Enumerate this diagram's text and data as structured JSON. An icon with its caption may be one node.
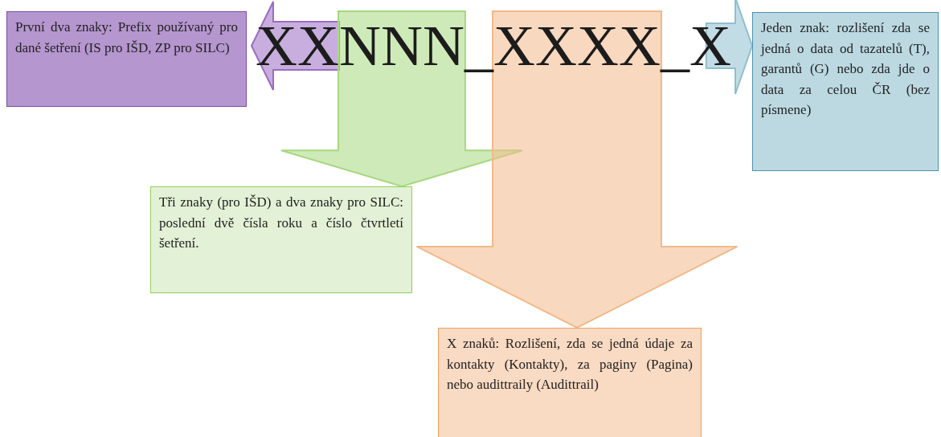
{
  "diagram": {
    "nodes": [
      {
        "text": [
          "XX"
        ]
      },
      {
        "text": [
          "NNN"
        ]
      },
      {
        "text": [
          "XXXX"
        ]
      },
      {
        "text": [
          "X"
        ]
      },
      {
        "text": [
          "První dva znaky: Prefix používaný pro dané šetření (IS pro IŠD, ZP pro SILC)"
        ]
      },
      {
        "text": [
          "Jeden znak: rozlišení zda se jedná o data od tazatelů (T), garantů (G) nebo zda jde o data za celou ČR (bez písmene)"
        ]
      },
      {
        "text": [
          "Tři znaky (pro IŠD) a dva znaky pro SILC: poslední dvě čísla roku a číslo čtvrtletí šetření."
        ]
      },
      {
        "text": [
          "X znaků: Rozlišení, zda se jedná údaje za kontakty (Kontakty), za paginy (Pagina) nebo audittraily (Audittrail)"
        ]
      }
    ],
    "edges": [
      {
        "from": 0,
        "to": 4,
        "arrow": "to",
        "style": "thick",
        "color": "#9b6cc2"
      },
      {
        "from": 1,
        "to": 6,
        "arrow": "to",
        "style": "thick",
        "color": "#a8d880"
      },
      {
        "from": 2,
        "to": 7,
        "arrow": "to",
        "style": "thick",
        "color": "#f2b98a"
      },
      {
        "from": 3,
        "to": 5,
        "arrow": "to",
        "style": "thick",
        "color": "#8fbfcf"
      }
    ],
    "labels": [
      "_",
      "_"
    ]
  }
}
